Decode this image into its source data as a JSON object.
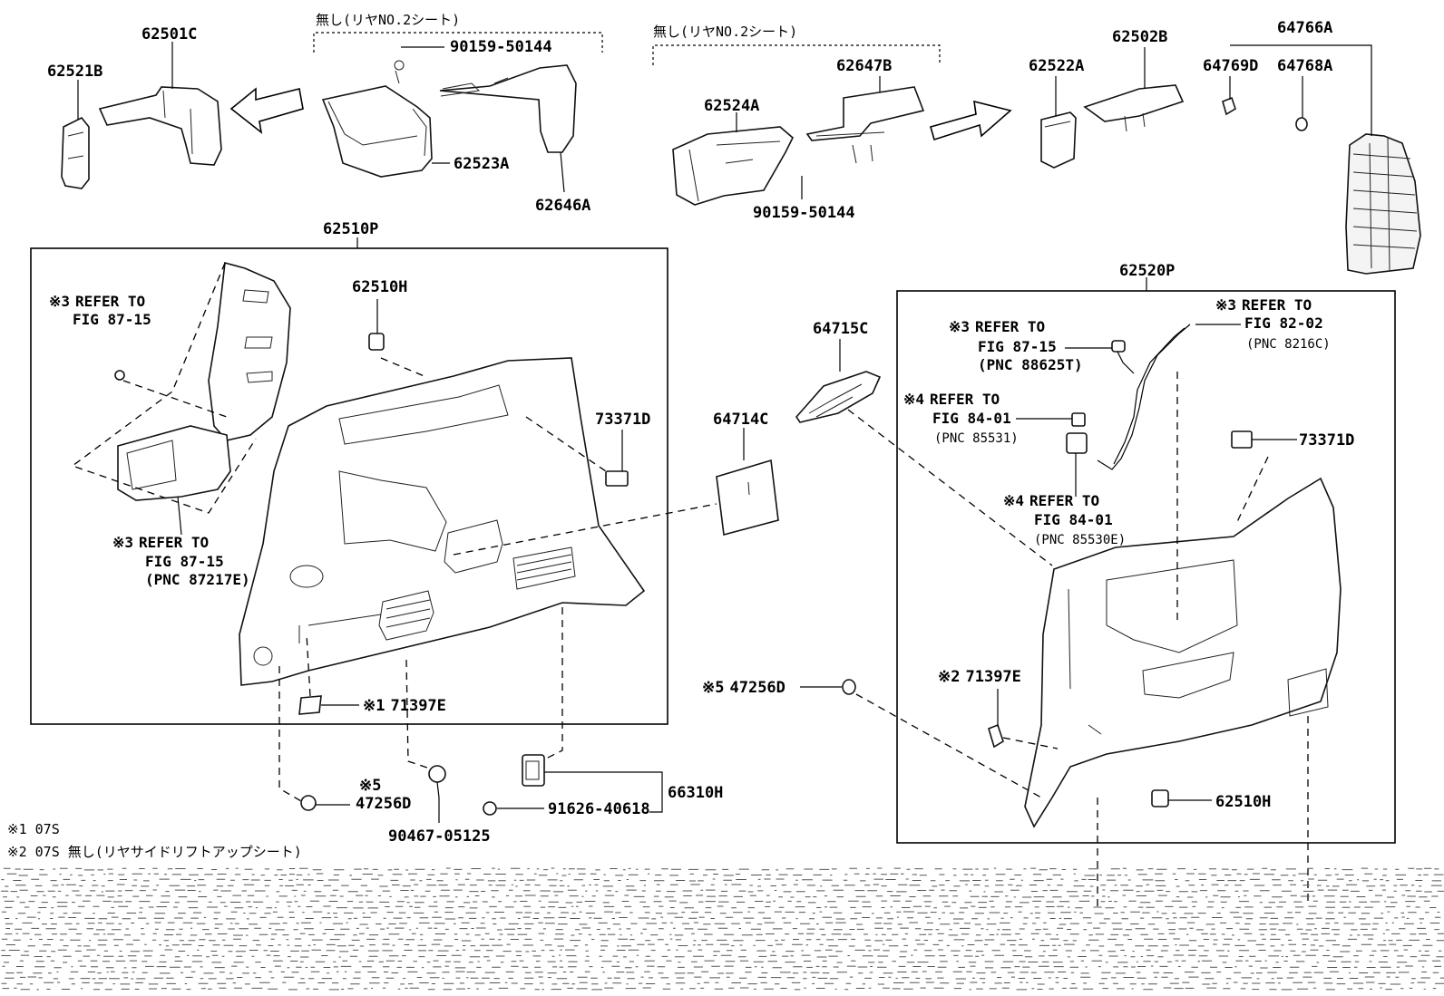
{
  "labels": {
    "p62501C": "62501C",
    "p62521B": "62521B",
    "p62523A": "62523A",
    "p62646A": "62646A",
    "p90159_a": "90159-50144",
    "p62524A": "62524A",
    "p62647B": "62647B",
    "p90159_b": "90159-50144",
    "p62522A": "62522A",
    "p62502B": "62502B",
    "p64766A": "64766A",
    "p64769D": "64769D",
    "p64768A": "64768A",
    "p62510P": "62510P",
    "p62510H_a": "62510H",
    "p73371D_a": "73371D",
    "p64714C": "64714C",
    "p64715C": "64715C",
    "p71397E_a": "71397E",
    "p47256D_a": "47256D",
    "p90467": "90467-05125",
    "p91626": "91626-40618",
    "p66310H": "66310H",
    "p62520P": "62520P",
    "p73371D_b": "73371D",
    "p47256D_b": "47256D",
    "p71397E_b": "71397E",
    "p62510H_b": "62510H"
  },
  "marks": {
    "m1": "※1",
    "m2": "※2",
    "m3": "※3",
    "m4": "※4",
    "m5": "※5"
  },
  "brackets": {
    "left": "無し(リヤNO.2シート)",
    "right": "無し(リヤNO.2シート)"
  },
  "refs": {
    "r1_l1": "REFER TO",
    "r1_l2": "FIG 87-15",
    "r2_l1": "REFER TO",
    "r2_l2": "FIG 87-15",
    "r2_l3": "(PNC 87217E)",
    "r3_l1": "REFER TO",
    "r3_l2": "FIG 82-02",
    "r3_l3": "(PNC 8216C)",
    "r4_l1": "REFER TO",
    "r4_l2": "FIG 87-15",
    "r4_l3": "(PNC 88625T)",
    "r5_l1": "REFER TO",
    "r5_l2": "FIG 84-01",
    "r5_l3": "(PNC 85531)",
    "r6_l1": "REFER TO",
    "r6_l2": "FIG 84-01",
    "r6_l3": "(PNC 85530E)"
  },
  "footnotes": {
    "n1": "※1 07S",
    "n2": "※2 07S 無し(リヤサイドリフトアップシート)"
  }
}
